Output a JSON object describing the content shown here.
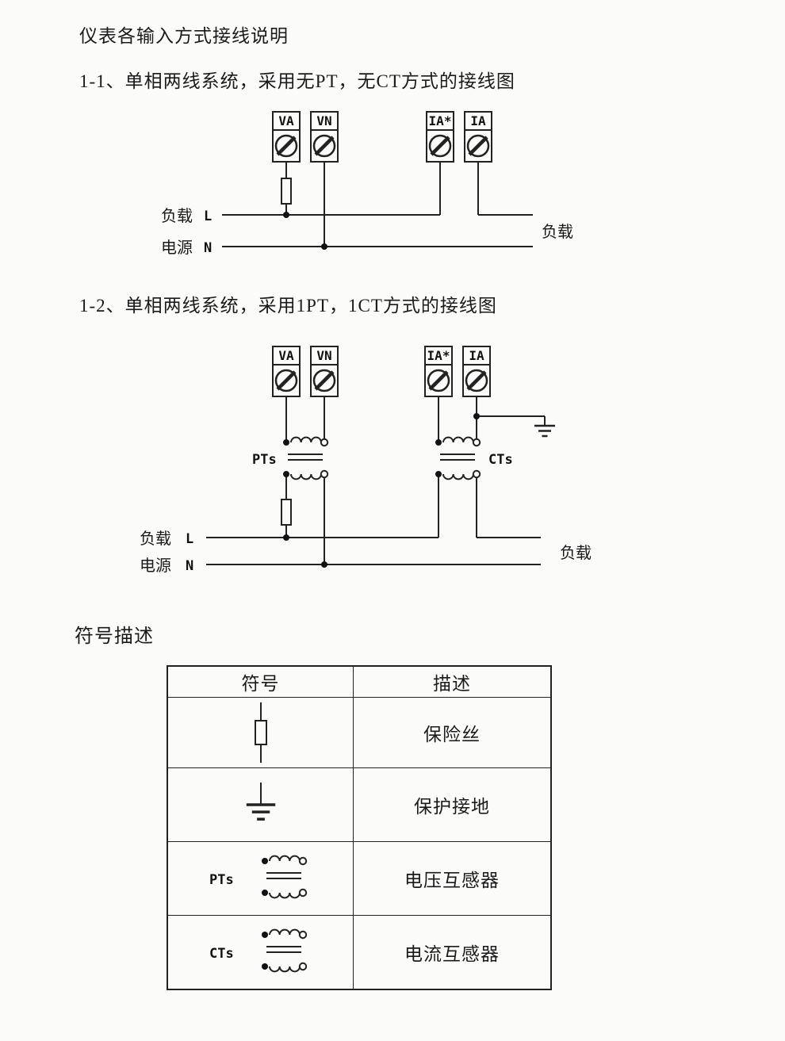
{
  "page": {
    "title": "仪表各输入方式接线说明",
    "section1_heading": "1-1、单相两线系统，采用无PT，无CT方式的接线图",
    "section2_heading": "1-2、单相两线系统，采用1PT，1CT方式的接线图",
    "symbols_heading": "符号描述"
  },
  "colors": {
    "ink": "#1a1a1a",
    "background": "#fbfbf9"
  },
  "diagram1": {
    "terminals": [
      "VA",
      "VN",
      "IA*",
      "IA"
    ],
    "left_load_label": "负载",
    "line_l_label": "L",
    "left_source_label": "电源",
    "line_n_label": "N",
    "right_load_label": "负载"
  },
  "diagram2": {
    "terminals": [
      "VA",
      "VN",
      "IA*",
      "IA"
    ],
    "pt_label": "PTs",
    "ct_label": "CTs",
    "left_load_label": "负载",
    "line_l_label": "L",
    "left_source_label": "电源",
    "line_n_label": "N",
    "right_load_label": "负载"
  },
  "table": {
    "headers": [
      "符号",
      "描述"
    ],
    "rows": [
      {
        "symbol_icon": "fuse-symbol",
        "description": "保险丝"
      },
      {
        "symbol_icon": "ground-symbol",
        "description": "保护接地"
      },
      {
        "symbol_icon": "pt-symbol",
        "symbol_label": "PTs",
        "description": "电压互感器"
      },
      {
        "symbol_icon": "ct-symbol",
        "symbol_label": "CTs",
        "description": "电流互感器"
      }
    ]
  }
}
